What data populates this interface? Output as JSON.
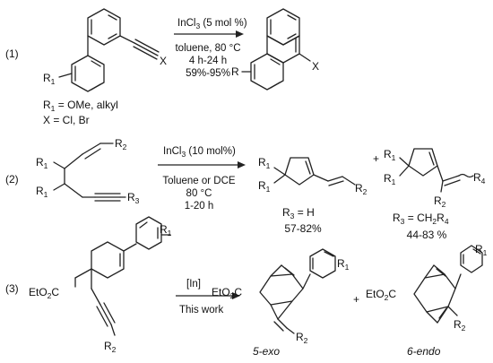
{
  "reactions": [
    {
      "number": "(1)",
      "reagent_main": "InCl",
      "reagent_sub": "3",
      "reagent_rest": " (5 mol %)",
      "conditions": [
        "toluene, 80 °C",
        "4 h-24 h",
        "59%-95%"
      ],
      "substituent_notes": [
        {
          "pre": "R",
          "sub": "1",
          "post": " = OMe, alkyl"
        },
        {
          "pre": "X = Cl, Br",
          "sub": "",
          "post": ""
        }
      ],
      "atom_labels": {
        "x": "X",
        "r1": "R",
        "r1_sub": "1",
        "prod_r": "R",
        "prod_x": "X"
      }
    },
    {
      "number": "(2)",
      "reagent_main": "InCl",
      "reagent_sub": "3",
      "reagent_rest": " (10 mol%)",
      "conditions": [
        "Toluene or DCE",
        "80 °C",
        "1-20 h"
      ],
      "products": [
        {
          "note_pre": "R",
          "note_sub": "3",
          "note_post": " = H",
          "yield": "57-82%"
        },
        {
          "note_pre": "R",
          "note_sub": "3",
          "note_post": " = CH",
          "note_sub2": "2",
          "note_tail": "R",
          "note_sub3": "4",
          "yield": "44-83 %"
        }
      ],
      "plus": "+",
      "atom_labels": {
        "r": "R",
        "s1": "1",
        "s2": "2",
        "s3": "3",
        "s4": "4"
      }
    },
    {
      "number": "(3)",
      "reagent": "[In]",
      "conditions": [
        "This work"
      ],
      "products": [
        {
          "label": "5-exo"
        },
        {
          "label": "6-endo"
        }
      ],
      "plus": "+",
      "atom_labels": {
        "ester": "EtO",
        "ester_sub": "2",
        "ester_c": "C",
        "r": "R",
        "s1": "1",
        "s2": "2"
      }
    }
  ]
}
